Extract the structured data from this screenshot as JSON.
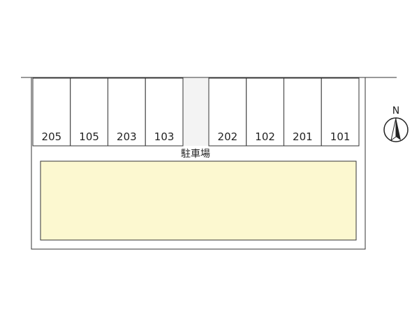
{
  "site_plan": {
    "units_left": [
      "205",
      "105",
      "203",
      "103"
    ],
    "units_right": [
      "202",
      "102",
      "201",
      "101"
    ],
    "parking_label": "駐車場",
    "parking_fill": "#fcf8d0",
    "passage_fill": "#f3f3f3",
    "compass": {
      "letter": "N",
      "icon": "north-arrow-icon"
    }
  }
}
